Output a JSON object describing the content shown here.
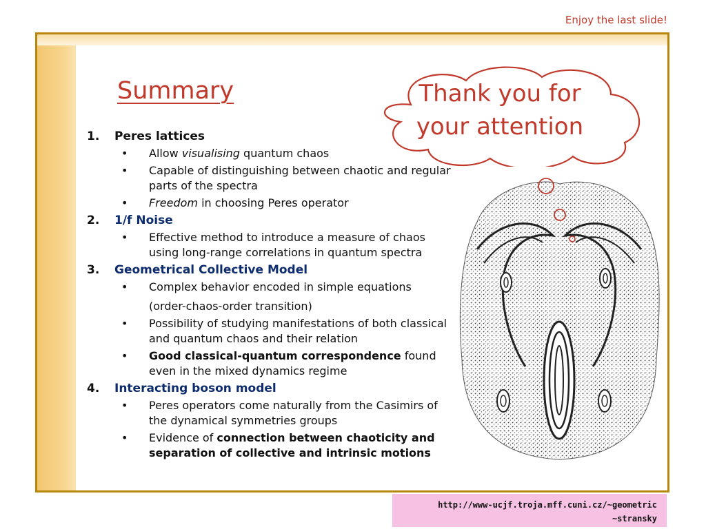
{
  "header": {
    "note": "Enjoy the last slide!"
  },
  "title": "Summary",
  "callout": {
    "line1": "Thank you for",
    "line2": "your attention"
  },
  "sections": [
    {
      "num": "1.",
      "title": "Peres lattices",
      "items": [
        {
          "pre": "Allow ",
          "italic": "visualising",
          "post": " quantum chaos"
        },
        {
          "text": "Capable of distinguishing between chaotic and regular parts of the spectra"
        },
        {
          "italic": "Freedom",
          "post": " in choosing Peres operator"
        }
      ]
    },
    {
      "num": "2.",
      "title": "1/f Noise",
      "items": [
        {
          "text": "Effective method to introduce a measure of chaos using long-range correlations in quantum spectra"
        }
      ]
    },
    {
      "num": "3.",
      "title": "Geometrical Collective Model",
      "items": [
        {
          "text": "Complex behavior encoded in simple equations",
          "cont": "(order-chaos-order transition)"
        },
        {
          "text": "Possibility of studying manifestations of both classical and quantum chaos and their relation"
        },
        {
          "bold": "Good classical-quantum correspondence",
          "post": " found even in the mixed dynamics regime"
        }
      ]
    },
    {
      "num": "4.",
      "title": "Interacting boson model",
      "items": [
        {
          "text": "Peres operators come naturally from the Casimirs of the dynamical symmetries groups"
        },
        {
          "pre": "Evidence of ",
          "bold": "connection between chaoticity and separation of collective and  intrinsic motions"
        }
      ]
    }
  ],
  "bullet_glyph": "•",
  "url": {
    "line1": "http://www-ucjf.troja.mff.cuni.cz/~geometric",
    "line2": "~stransky"
  },
  "colors": {
    "accent": "#c0392b",
    "frame": "#b8860b",
    "heading_blue": "#0d2c6e",
    "url_bg": "#f6c1e3"
  }
}
